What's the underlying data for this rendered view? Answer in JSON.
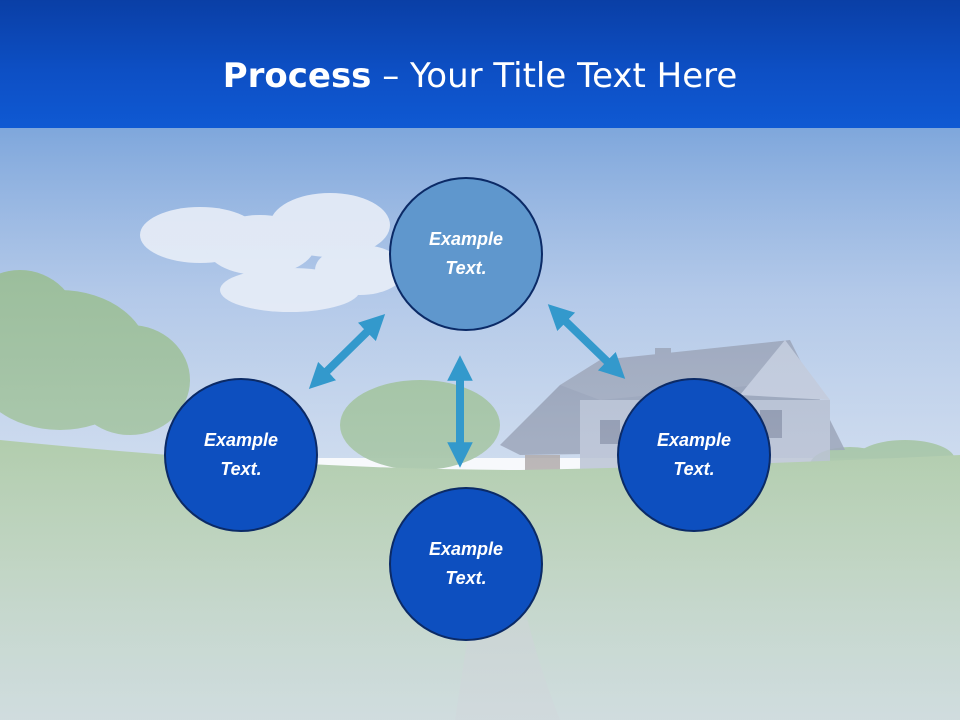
{
  "slide": {
    "title_bold": "Process",
    "title_rest": " – Your Title Text Here"
  },
  "diagram": {
    "nodes": [
      {
        "id": "top",
        "line1": "Example",
        "line2": "Text."
      },
      {
        "id": "left",
        "line1": "Example",
        "line2": "Text."
      },
      {
        "id": "right",
        "line1": "Example",
        "line2": "Text."
      },
      {
        "id": "bottom",
        "line1": "Example",
        "line2": "Text."
      }
    ],
    "arrow_color": "#3399cc",
    "node_fill_primary": "#0d4fbf",
    "node_fill_highlight": "#5f97cd"
  },
  "background": {
    "description_icon": "landscape-house-meadow-photo"
  }
}
